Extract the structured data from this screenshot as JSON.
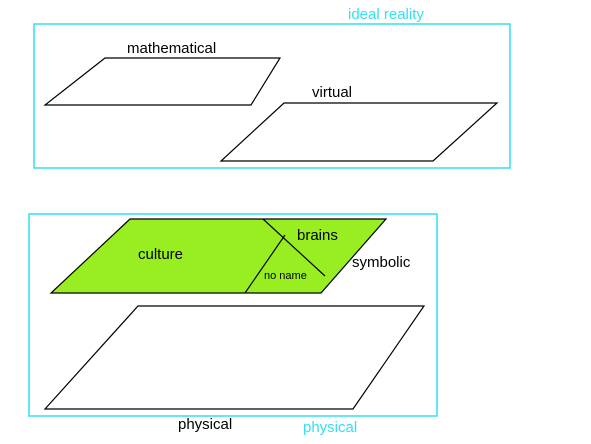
{
  "colors": {
    "frame": "#33e0f0",
    "outline": "#000000",
    "symbolic_fill": "#99ee22",
    "background": "#ffffff"
  },
  "upper_frame": {
    "title": "ideal reality",
    "planes": {
      "mathematical": "mathematical",
      "virtual": "virtual"
    }
  },
  "lower_frame": {
    "title": "physical",
    "symbolic_label": "symbolic",
    "regions": {
      "culture": "culture",
      "brains": "brains",
      "no_name": "no name"
    },
    "physical_plane_label": "physical"
  }
}
